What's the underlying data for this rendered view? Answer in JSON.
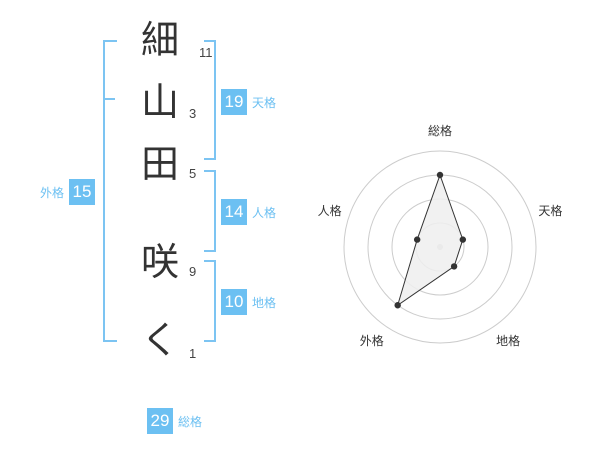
{
  "name": {
    "characters": [
      {
        "char": "細",
        "strokes": "11"
      },
      {
        "char": "山",
        "strokes": "3"
      },
      {
        "char": "田",
        "strokes": "5"
      },
      {
        "char": "咲",
        "strokes": "9"
      },
      {
        "char": "く",
        "strokes": "1"
      }
    ]
  },
  "fortune": {
    "tenkaku": {
      "value": "19",
      "label": "天格"
    },
    "jinkaku": {
      "value": "14",
      "label": "人格"
    },
    "chikaku": {
      "value": "10",
      "label": "地格"
    },
    "gaikaku": {
      "value": "15",
      "label": "外格"
    },
    "soukaku": {
      "value": "29",
      "label": "総格"
    }
  },
  "radar": {
    "axes": [
      "総格",
      "天格",
      "地格",
      "外格",
      "人格"
    ],
    "levels": 4,
    "values": [
      3,
      1,
      1,
      3,
      1
    ],
    "colors": {
      "ring": "#cccccc",
      "fill": "#eeeeee",
      "line": "#333333",
      "center": "#cccccc"
    }
  }
}
